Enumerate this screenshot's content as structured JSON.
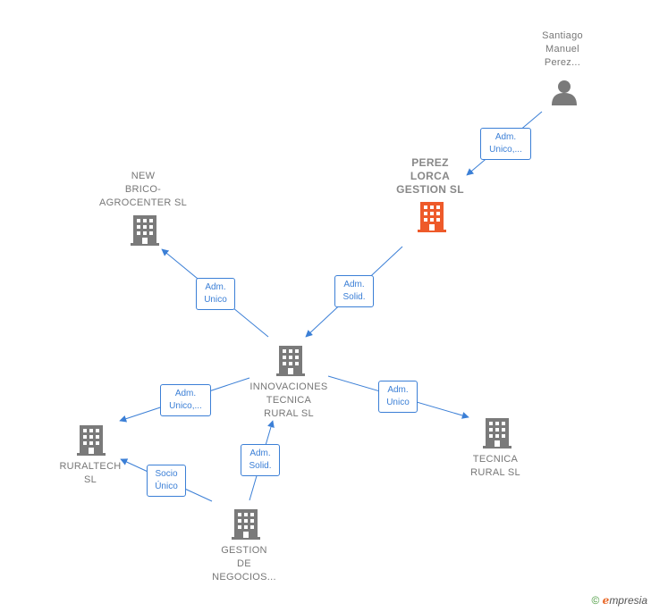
{
  "nodes": {
    "santiago": {
      "label": "Santiago\nManuel\nPerez...",
      "icon": "person-icon"
    },
    "perez_lorca": {
      "label": "PEREZ\nLORCA\nGESTION SL",
      "icon": "building-icon",
      "color": "#ee5a2a"
    },
    "new_brico": {
      "label": "NEW\nBRICO-\nAGROCENTER SL",
      "icon": "building-icon"
    },
    "innovaciones": {
      "label": "INNOVACIONES\nTECNICA\nRURAL SL",
      "icon": "building-icon"
    },
    "ruraltech": {
      "label": "RURALTECH\nSL",
      "icon": "building-icon"
    },
    "tecnica_rural": {
      "label": "TECNICA\nRURAL SL",
      "icon": "building-icon"
    },
    "gestion_negocios": {
      "label": "GESTION\nDE\nNEGOCIOS...",
      "icon": "building-icon"
    }
  },
  "edges": {
    "santiago_perez": "Adm.\nUnico,...",
    "perez_innov": "Adm.\nSolid.",
    "innov_newbrico": "Adm.\nUnico",
    "innov_ruraltech": "Adm.\nUnico,...",
    "innov_tecnica": "Adm.\nUnico",
    "gestion_innov": "Adm.\nSolid.",
    "gestion_ruraltech": "Socio\nÚnico"
  },
  "colors": {
    "edge": "#3b7fd6",
    "icon": "#7a7a7a",
    "highlight": "#ee5a2a"
  },
  "footer": {
    "copyright": "©",
    "brand_initial": "e",
    "brand_rest": "mpresia"
  }
}
